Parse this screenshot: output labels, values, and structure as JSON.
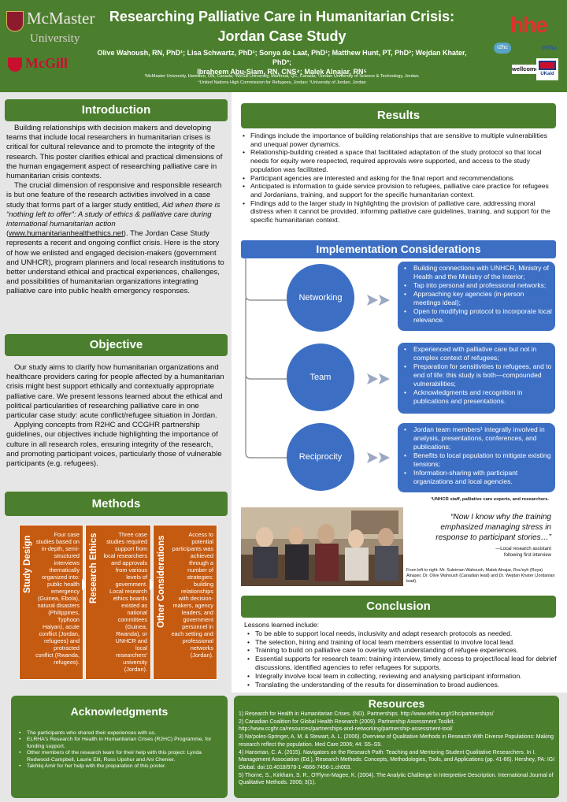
{
  "header": {
    "title_line1": "Researching Palliative Care in Humanitarian Crisis:",
    "title_line2": "Jordan Case Study",
    "authors_line1": "Olive Wahoush, RN, PhD¹; Lisa Schwartz, PhD¹; Sonya de Laat, PhD¹; Matthew Hunt, PT, PhD²; Wejdan Khater, PhD³;",
    "authors_line2": "Ibraheem Abu-Siam, RN, CNS⁴; Malek Alnajar, RN⁵",
    "affil_line1": "¹McMaster University, Hamilton, ON, Canada; ²McGill University, Montreal, QC, Canada; ³Jordan University of Science & Technology, Jordan;",
    "affil_line2": "⁴United Nations High Commission for Refugees, Jordan; ⁵University of Jordan, Jordan",
    "logo_mcmaster": "McMaster",
    "logo_mcmaster_sub": "University",
    "logo_mcgill": "McGill",
    "logo_hhe": "hhe",
    "logo_r2hc": "r2hc",
    "logo_elrha": "elrha",
    "logo_wellcome": "wellcometrust",
    "logo_ukaid": "UKaid"
  },
  "introduction": {
    "heading": "Introduction",
    "p1": "Building relationships with decision makers and developing teams that include local researchers in humanitarian crises is critical for cultural relevance and to promote the integrity of the research. This poster clarifies ethical and practical dimensions of the human engagement aspect of researching palliative care in humanitarian crisis contexts.",
    "p2a": "The crucial dimension of responsive and responsible research is but one feature of the research activities involved in a case study that forms part of a larger study entitled, ",
    "p2_italic": "Aid when there is “nothing left to offer”: A study of ethics & palliative care during international humanitarian action",
    "p2_link": "www.humanitarianhealthethics.net",
    "p2b": "). The Jordan Case Study represents a recent and ongoing conflict crisis. Here is the story of how we enlisted and engaged decision-makers (government and UNHCR), program planners and local research institutions to better understand ethical and practical experiences, challenges, and possibilities of humanitarian organizations integrating palliative care into public health emergency responses."
  },
  "objective": {
    "heading": "Objective",
    "p1": "Our study aims to clarify how humanitarian organizations and healthcare providers caring for people affected by a humanitarian crisis might best support ethically and contextually appropriate palliative care. We present lessons learned about the ethical and political particularities of researching palliative care in one particular case study: acute conflict/refugee situation in Jordan.",
    "p2": "Applying concepts from R2HC and CCGHR partnership guidelines, our objectives include highlighting the importance of culture in all research roles, ensuring integrity of the research, and promoting participant voices, particularly those of vulnerable participants (e.g. refugees)."
  },
  "methods": {
    "heading": "Methods",
    "boxes": [
      {
        "label": "Study Design",
        "text": "Four case studies based on in-depth, semi-structured interviews thematically organized into: public health emergency (Guinea, Ebola), natural disasters (Philippines, Typhoon Haiyan), acute conflict (Jordan, refugees) and protracted conflict (Rwanda, refugees)."
      },
      {
        "label": "Research Ethics",
        "text": "Three case studies required support from local researchers and approvals from various levels of government. Local research ethics boards existed as national committees (Guinea, Rwanda), or UNHCR and local researchers' university (Jordan)."
      },
      {
        "label": "Other Considerations",
        "text": "Access to potential participants was achieved through a number of strategies: building relationships with decision-makers, agency leaders, and government personnel in each setting and professional networks (Jordan)."
      }
    ]
  },
  "results": {
    "heading": "Results",
    "items": [
      "Findings include the importance of building relationships that are sensitive to multiple vulnerabilities and unequal power dynamics.",
      "Relationship-building created a space that facilitated adaptation of the study protocol so that local needs for equity were respected, required approvals were supported, and access to the study population was facilitated.",
      "Participant agencies are interested and asking for the final report and recommendations.",
      "Anticipated is information to guide service provision to refugees, palliative care practice for refugees and Jordanians, training, and support for the specific humanitarian context.",
      "Findings add to the larger study in highlighting the provision of palliative care, addressing moral distress when it cannot be provided, informing palliative care guidelines, training, and support for the specific humanitarian context."
    ]
  },
  "implementation": {
    "heading": "Implementation Considerations",
    "nodes": [
      {
        "label": "Networking",
        "items": [
          "Building connections with UNHCR, Ministry of Health and the Ministry of the Interior;",
          "Tap into personal and professional networks;",
          "Approaching key agencies (in-person meetings ideal);",
          "Open to modifying protocol to incorporate local relevance."
        ]
      },
      {
        "label": "Team",
        "items": [
          "Experienced with palliative care but not in complex context of refugees;",
          "Preparation for sensitivities to refugees, and to end of life: this study is both—compounded vulnerabilities;",
          "Acknowledgments and recognition in publications and presentations."
        ]
      },
      {
        "label": "Reciprocity",
        "items": [
          "Jordan team members¹ integrally involved in analysis, presentations, conferences, and publications;",
          "Benefits to local population to mitigate existing tensions;",
          "Information-sharing with participant organizations and local agencies."
        ]
      }
    ],
    "footnote": "¹UNHCR staff, palliative care experts, and researchers."
  },
  "quote": {
    "text": "“Now I know why the training emphasized managing stress in response to participant stories…”",
    "attribution_line1": "—Local research assistant",
    "attribution_line2": "following first interview"
  },
  "photo_caption": "From left to right: Mr. Suleiman Wahoush, Malek Alnajar, Rou'eyh (Roya) Alnaser, Dr. Olive Wahoush (Canadian lead) and Dr. Wejdan Khater (Jordanian lead).",
  "conclusion": {
    "heading": "Conclusion",
    "intro": "Lessons learned include:",
    "items": [
      "To be able to support local needs, inclusivity and adapt research protocols as needed.",
      "The selection, hiring and training of local team members essential to involve local lead.",
      "Training to build on palliative care to overlay with understanding of refugee experiences.",
      "Essential supports for research team: training interview, timely access to project/local lead for debrief discussions, identified agencies to refer refugees for supports.",
      "Integrally involve local team in collecting, reviewing and analysing participant information.",
      "Translating the understanding of the results for dissemination to broad audiences."
    ]
  },
  "acknowledgments": {
    "heading": "Acknowledgments",
    "items": [
      "The participants who shared their experiences with us.",
      "ELRHA's Research for Health in Humanitarian Crises (R2HC) Programme, for funding support.",
      "Other members of the research team for their help with this project: Lynda Redwood-Campbell, Laurie Elit, Ross Upshur and Ani Chenier.",
      "Takhliq Amir for her help with the preparation of this poster."
    ]
  },
  "resources": {
    "heading": "Resources",
    "items": [
      "1)  Research for Health in Humanitarian Crises. (ND). Partnerships. http://www.elrha.org/r2hc/partnerships/",
      "2)  Canadian Coalition for Global Health Research (2009). Partnership Assessment Toolkit. http://www.ccghr.ca/resources/partnerships-and-networking/partnership-assessment-tool/",
      "3)  Na'poles-Springer, A. M. & Stewart, A. L. (2006).  Overview of Qualitative Methods in Research With Diverse Populations: Making research reflect the population. Med Care 2006; 44: S5–S9.",
      "4)  Hansman, C. A. (2015). Navigators on the Research Path: Teaching and Mentoring Student Qualitative Researchers. In I. Management Association (Ed.), Research Methods: Concepts, Methodologies, Tools, and Applications (pp. 41-66). Hershey, PA: IGI Global. doi:10.4018/978-1-4666-7456-1.ch003.",
      "5)  Thorne, S., Kirkham, S. R., O'Flynn-Magee, K.  (2004).  The Analytic Challenge in Interpretive Description. International Journal of Qualitative Methods. 2006; 3(1)."
    ]
  }
}
